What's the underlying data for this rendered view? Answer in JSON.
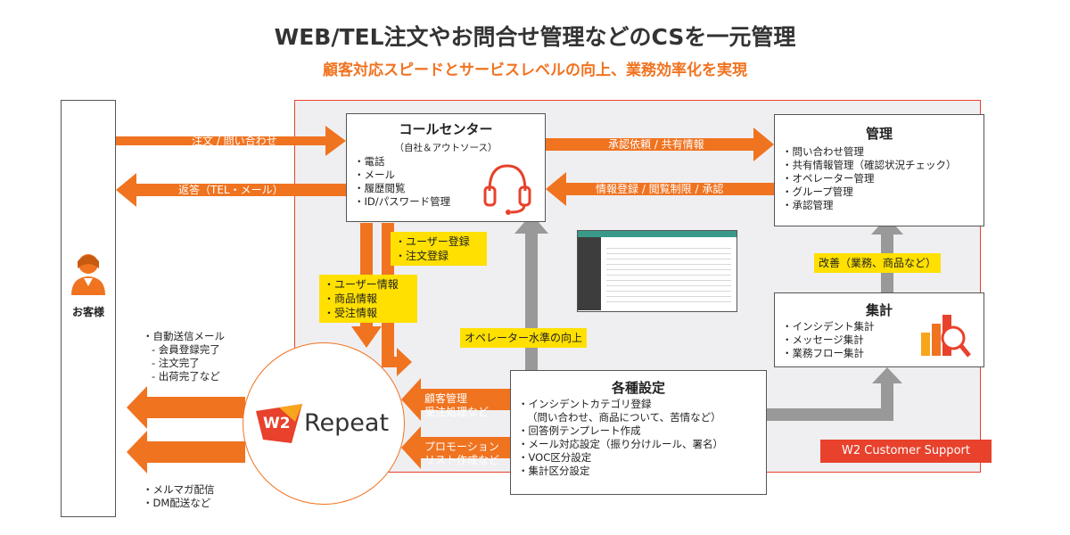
{
  "header": {
    "title": "WEB/TEL注文やお問合せ管理などのCSを一元管理",
    "subtitle": "顧客対応スピードとサービスレベルの向上、業務効率化を実現"
  },
  "customer": {
    "label": "お客様"
  },
  "flows": {
    "order_inquiry": "注文 / 問い合わせ",
    "reply": "返答（TEL・メール）",
    "approval_request": "承認依頼 / 共有情報",
    "info_registration": "情報登録 / 閲覧制限 / 承認",
    "improvement": "改善（業務、商品など）",
    "operator_level": "オペレーター水準の向上",
    "customer_mgmt": [
      "顧客管理",
      "受注処理など"
    ],
    "promotion": [
      "プロモーション",
      "リスト作成など"
    ]
  },
  "call_center": {
    "title": "コールセンター",
    "subtitle": "（自社＆アウトソース）",
    "items": [
      "電話",
      "メール",
      "履歴閲覧",
      "ID/パスワード管理"
    ]
  },
  "management": {
    "title": "管理",
    "items": [
      "問い合わせ管理",
      "共有情報管理（確認状況チェック）",
      "オペレーター管理",
      "グループ管理",
      "承認管理"
    ]
  },
  "aggregation": {
    "title": "集計",
    "items": [
      "インシデント集計",
      "メッセージ集計",
      "業務フロー集計"
    ]
  },
  "settings": {
    "title": "各種設定",
    "items": [
      "インシデントカテゴリ登録",
      "回答例テンプレート作成",
      "メール対応設定（振り分けルール、署名）",
      "VOC区分設定",
      "集計区分設定"
    ],
    "item0_note": "（問い合わせ、商品について、苦情など）"
  },
  "yellow_labels": {
    "registration": [
      "ユーザー登録",
      "注文登録"
    ],
    "info": [
      "ユーザー情報",
      "商品情報",
      "受注情報"
    ]
  },
  "auto_mail": {
    "heading": "・自動送信メール",
    "lines": [
      "- 会員登録完了",
      "- 注文完了",
      "- 出荷完了など"
    ]
  },
  "mailmag": {
    "lines": [
      "・メルマガ配信",
      "・DM配送など"
    ]
  },
  "repeat_logo": {
    "mark": "W2",
    "text": "Repeat"
  },
  "badge": {
    "label": "W2 Customer Support"
  },
  "colors": {
    "orange": "#f07320",
    "red_frame": "#e8412c",
    "gray_arrow": "#999999",
    "yellow": "#ffe000",
    "panel_bg": "#efeff1"
  },
  "icons": [
    "person-icon",
    "headset-icon",
    "chart-magnifier-icon",
    "screenshot-thumbnail"
  ]
}
